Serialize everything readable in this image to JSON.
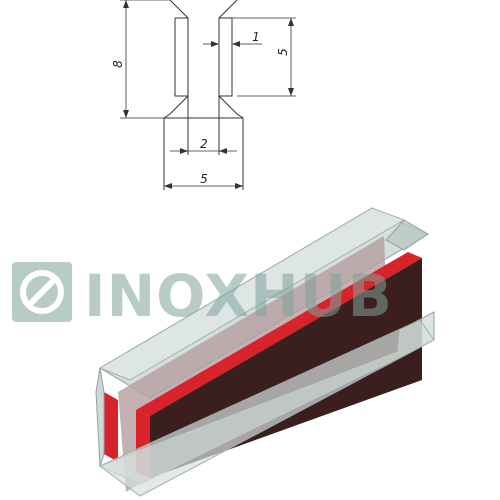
{
  "drawing": {
    "dimensions": {
      "total_height": "8",
      "slot_width": "1",
      "slot_depth": "5",
      "throat_width": "2",
      "base_width": "5"
    }
  },
  "watermark": {
    "brand": "INOXHUB",
    "logo_icon": "inoxhub-logo-icon"
  },
  "colors": {
    "line": "#333333",
    "seal_face": "#3a1f1e",
    "seal_edge": "#d8232a",
    "profile_glass": "#b7c7c4",
    "watermark": "#7fa39b"
  }
}
